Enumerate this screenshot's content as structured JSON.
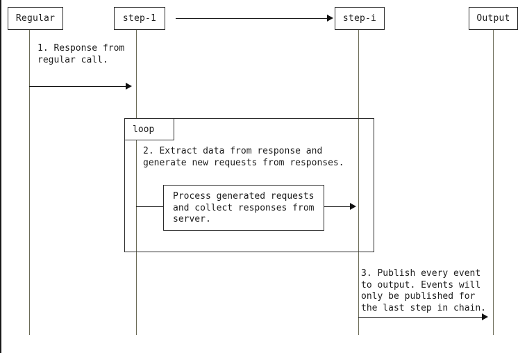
{
  "diagram": {
    "kind": "uml-sequence-diagram",
    "background": "#ffffff",
    "line_color": "#111111",
    "lifeline_color": "#6b6b57",
    "border_color": "#2b2b2b",
    "participants": [
      {
        "id": "regular",
        "label": "Regular"
      },
      {
        "id": "step-1",
        "label": "step-1"
      },
      {
        "id": "step-i",
        "label": "step-i"
      },
      {
        "id": "output",
        "label": "Output"
      }
    ],
    "messages": [
      {
        "id": "chain-link",
        "label": "",
        "from": "step-1",
        "to": "step-i"
      },
      {
        "id": "response-from-regular",
        "label": "1. Response from\nregular call.",
        "from": "regular",
        "to": "step-1"
      },
      {
        "id": "process-requests",
        "label": "",
        "from": "step-1",
        "to": "step-i"
      },
      {
        "id": "publish-events",
        "label": "3. Publish every event\nto output. Events will\nonly be published for\nthe last step in chain.",
        "from": "step-i",
        "to": "output"
      }
    ],
    "fragments": [
      {
        "id": "loop",
        "operator": "loop",
        "body_text": "2. Extract data from response and\ngenerate new requests from responses."
      }
    ],
    "notes": [
      {
        "id": "action-note",
        "text": "Process generated requests\nand collect responses from\nserver."
      }
    ]
  }
}
